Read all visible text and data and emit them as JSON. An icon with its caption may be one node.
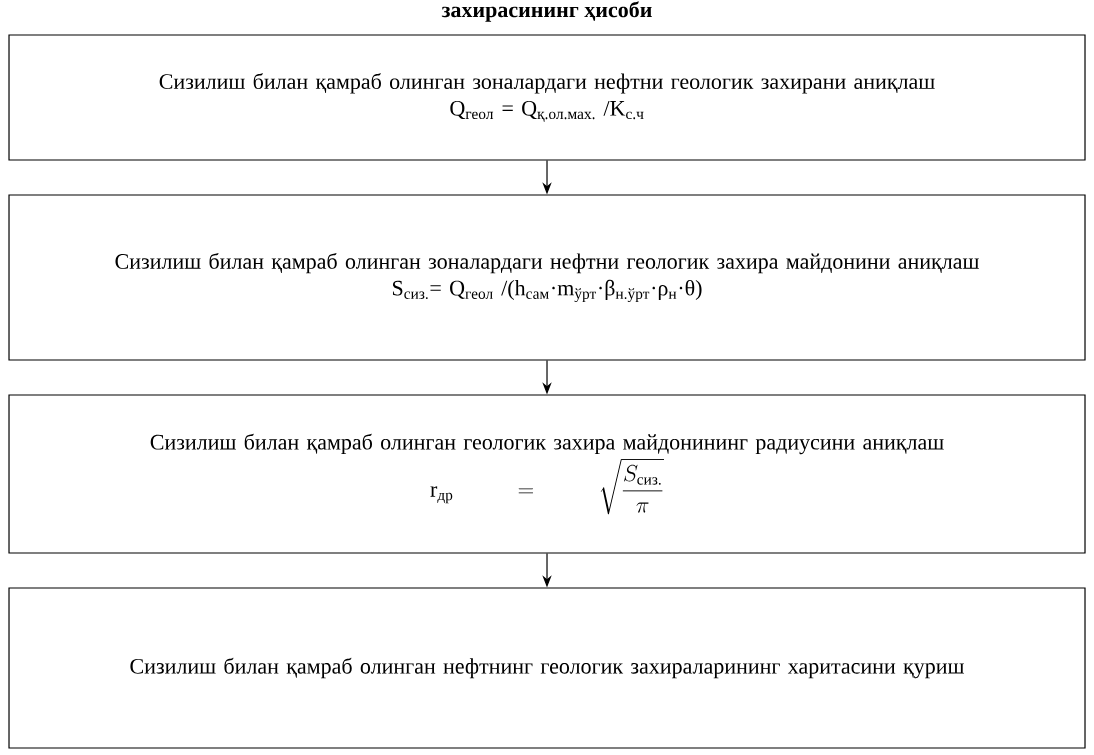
{
  "diagram": {
    "title": "захирасининг ҳисоби",
    "nodes": [
      {
        "text": [
          "Сизилиш билан қамраб олинган зоналардаги нефтни геологик захирани аниқлаш",
          "Q$_{геол}$ = Q$_{қ.ол.мах.}$ /K$_{с.ч}$"
        ]
      },
      {
        "text": [
          "Сизилиш билан қамраб олинган зоналардаги нефтни геологик захира майдонини аниқлаш",
          "S$_{сиз.}$= Q$_{геол}$ /(h$_{сам}$·m$_{ўрт}$·β$_{н.ўрт}$·ρ$_{н}$·θ)"
        ]
      },
      {
        "text": [
          "Сизилиш билан қамраб олинган геологик захира майдонининг радиусини аниқлаш",
          "\\mathrm{r}_{\\text{др}} = \\sqrt{\\frac{S_{\\text{сиз.}}}{\\pi}}"
        ]
      },
      {
        "text": [
          "Сизилиш билан қамраб олинган нефтнинг геологик захираларининг харитасини қуриш"
        ]
      }
    ],
    "edges": [
      {
        "from": 0,
        "to": 1,
        "arrow": "to"
      },
      {
        "from": 1,
        "to": 2,
        "arrow": "to"
      },
      {
        "from": 2,
        "to": 3,
        "arrow": "to"
      }
    ]
  }
}
